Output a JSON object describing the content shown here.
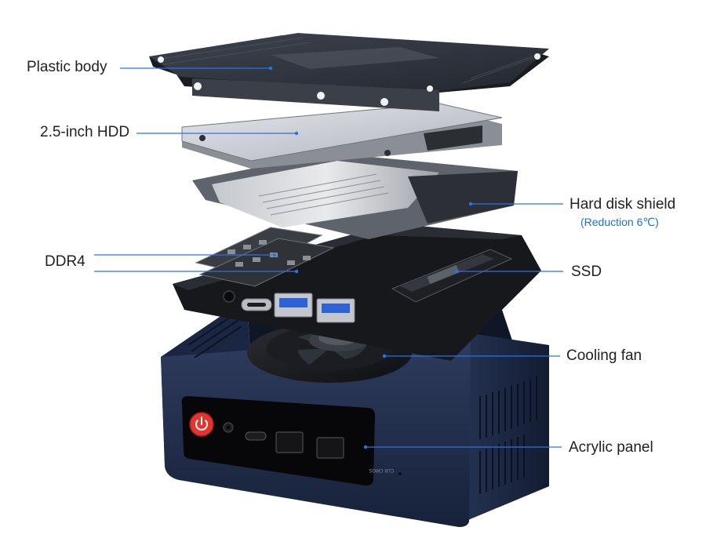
{
  "colors": {
    "callout_line": "#2a74e6",
    "callout_subtext": "#1a6fe0",
    "label_text": "#222222",
    "case_body": "#1d2a45",
    "power_button": "#e3342f"
  },
  "callouts": {
    "plastic_body": "Plastic body",
    "hdd": "2.5-inch HDD",
    "hard_disk_shield": "Hard disk shield",
    "hard_disk_shield_note": "(Reduction 6℃)",
    "ddr4": "DDR4",
    "ssd": "SSD",
    "cooling_fan": "Cooling fan",
    "acrylic_panel": "Acrylic panel"
  },
  "case_print": "CLR CMOS",
  "icons": [
    "power-icon",
    "usb-a-icon",
    "usb-c-icon",
    "audio-jack-icon",
    "fan-icon"
  ]
}
